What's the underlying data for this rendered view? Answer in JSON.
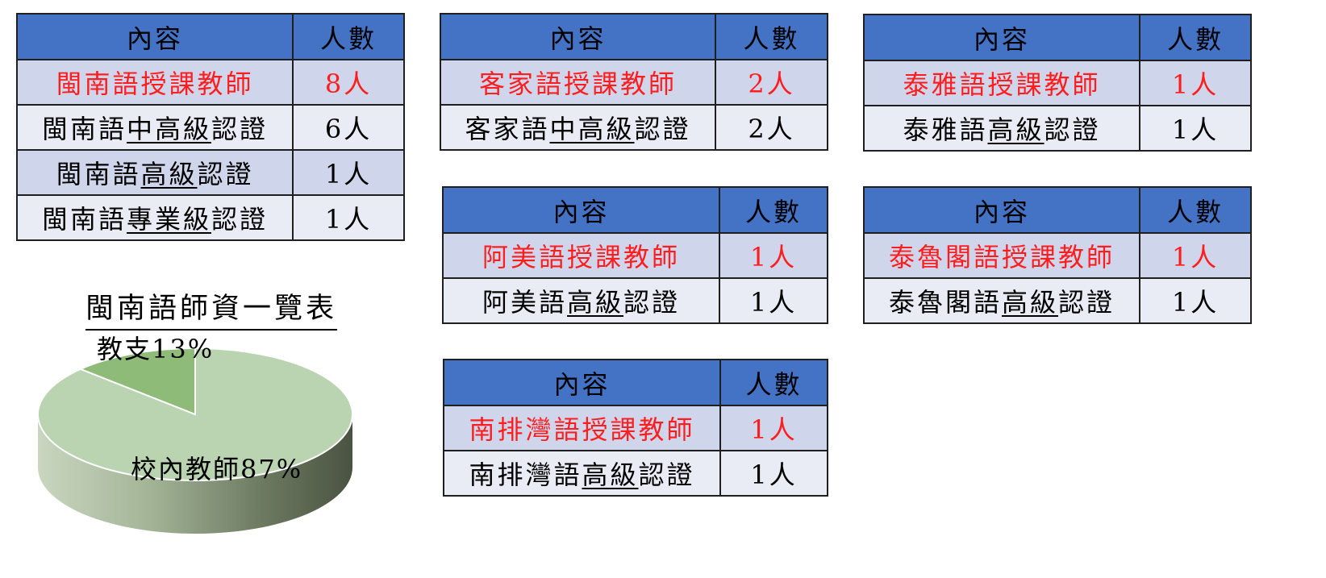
{
  "tables": [
    {
      "id": "minnan",
      "headers": [
        "內容",
        "人數"
      ],
      "rows": [
        {
          "pre": "閩南語授課教師",
          "u": "",
          "post": "",
          "count": "8人",
          "highlight": true
        },
        {
          "pre": "閩南語",
          "u": "中高級",
          "post": "認證",
          "count": "6人",
          "highlight": false
        },
        {
          "pre": "閩南語",
          "u": "高級",
          "post": "認證",
          "count": "1人",
          "highlight": false
        },
        {
          "pre": "閩南語",
          "u": "專業級",
          "post": "認證",
          "count": "1人",
          "highlight": false
        }
      ]
    },
    {
      "id": "hakka",
      "headers": [
        "內容",
        "人數"
      ],
      "rows": [
        {
          "pre": "客家語授課教師",
          "u": "",
          "post": "",
          "count": "2人",
          "highlight": true
        },
        {
          "pre": "客家語",
          "u": "中高級",
          "post": "認證",
          "count": "2人",
          "highlight": false
        }
      ]
    },
    {
      "id": "atayal",
      "headers": [
        "內容",
        "人數"
      ],
      "rows": [
        {
          "pre": "泰雅語授課教師",
          "u": "",
          "post": "",
          "count": "1人",
          "highlight": true
        },
        {
          "pre": "泰雅語",
          "u": "高級",
          "post": "認證",
          "count": "1人",
          "highlight": false
        }
      ]
    },
    {
      "id": "amis",
      "headers": [
        "內容",
        "人數"
      ],
      "rows": [
        {
          "pre": "阿美語授課教師",
          "u": "",
          "post": "",
          "count": "1人",
          "highlight": true
        },
        {
          "pre": "阿美語",
          "u": "高級",
          "post": "認證",
          "count": "1人",
          "highlight": false
        }
      ]
    },
    {
      "id": "truku",
      "headers": [
        "內容",
        "人數"
      ],
      "rows": [
        {
          "pre": "泰魯閣語授課教師",
          "u": "",
          "post": "",
          "count": "1人",
          "highlight": true
        },
        {
          "pre": "泰魯閣語",
          "u": "高級",
          "post": "認證",
          "count": "1人",
          "highlight": false
        }
      ]
    },
    {
      "id": "south-paiwan",
      "headers": [
        "內容",
        "人數"
      ],
      "rows": [
        {
          "pre": "南排灣語授課教師",
          "u": "",
          "post": "",
          "count": "1人",
          "highlight": true
        },
        {
          "pre": "南排灣語",
          "u": "高級",
          "post": "認證",
          "count": "1人",
          "highlight": false
        }
      ]
    }
  ],
  "chart_data": {
    "type": "pie",
    "title": "閩南語師資一覽表",
    "slices": [
      {
        "label": "校內教師",
        "percent_label": "87%",
        "value": 87
      },
      {
        "label": "教支",
        "percent_label": "13%",
        "value": 13
      }
    ],
    "colors": {
      "main": "#bad3b0",
      "small": "#8fbb79",
      "side_dark": "#4a5341",
      "side_light": "#a4b597"
    }
  },
  "colors": {
    "header_bg": "#4472c4",
    "row_dark": "#cfd5ea",
    "row_light": "#e9ebf5",
    "highlight_text": "#ff1e1e"
  }
}
